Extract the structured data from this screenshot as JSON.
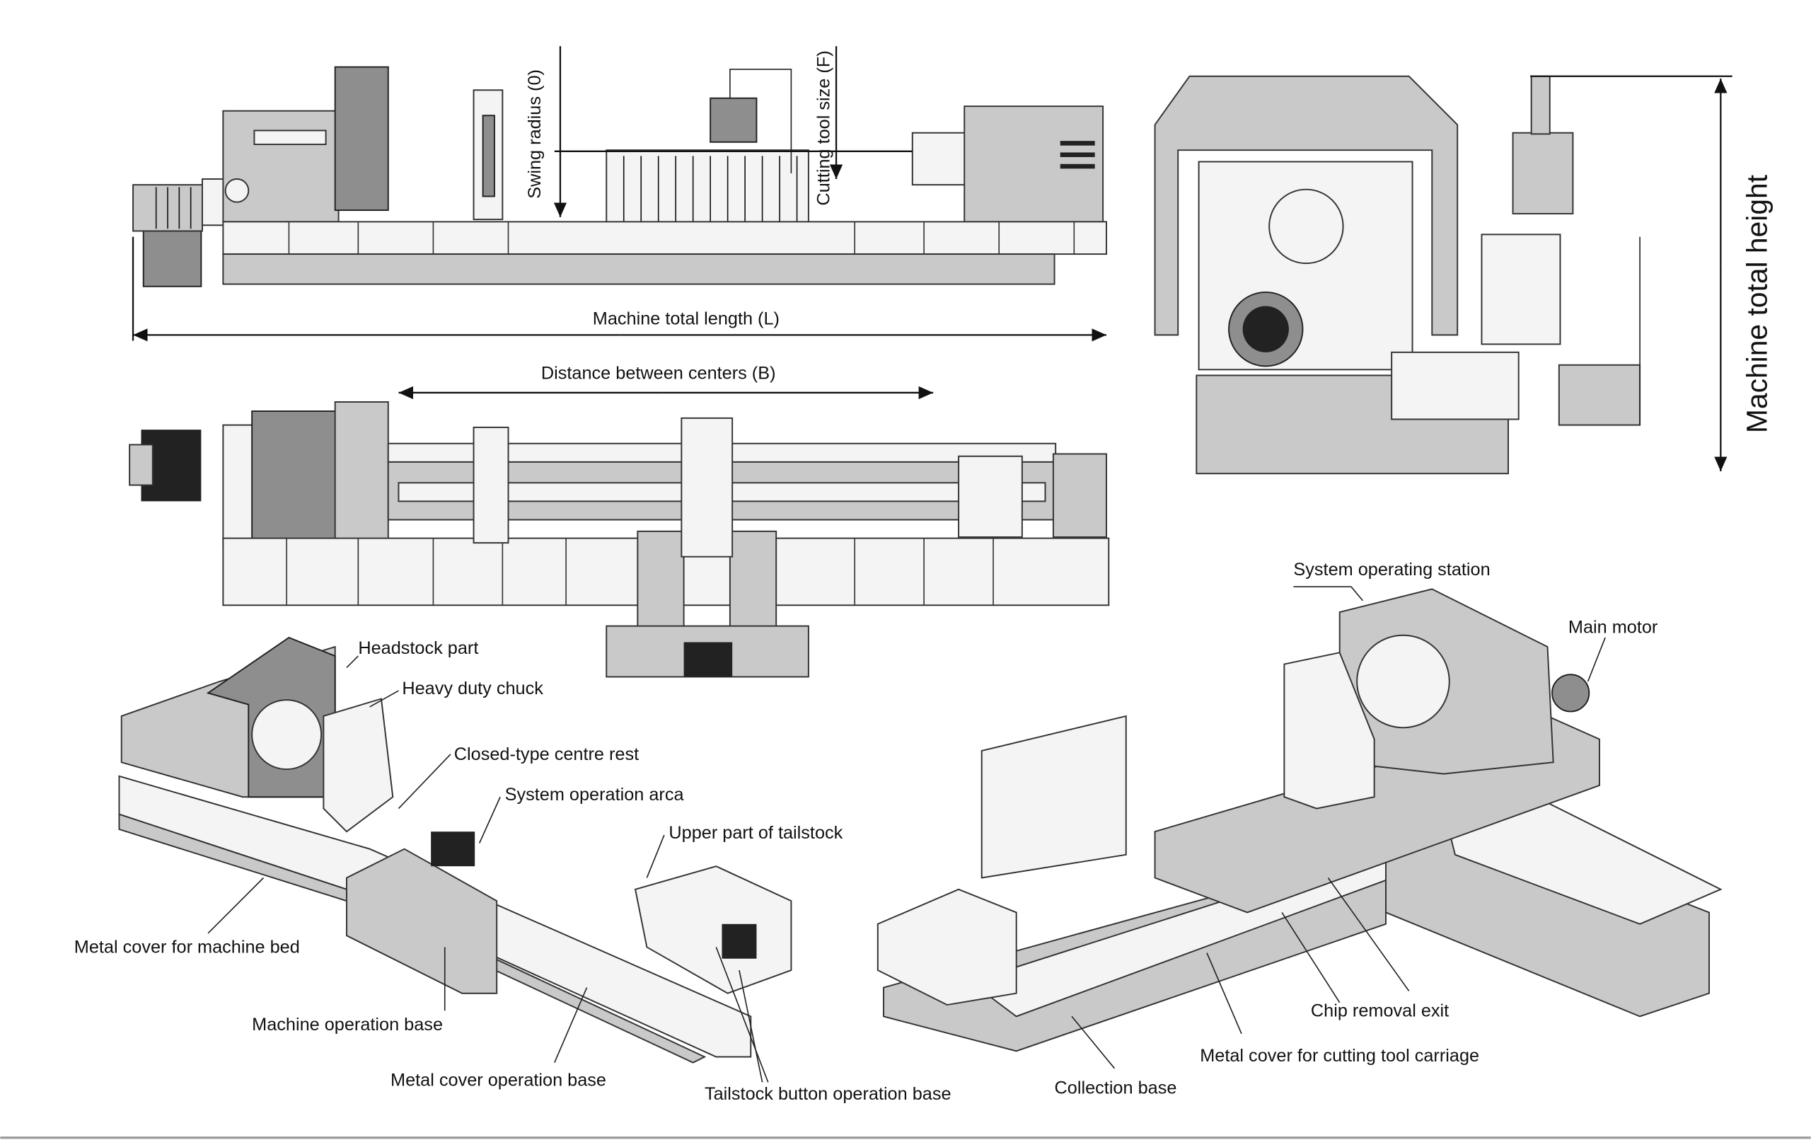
{
  "dimensions": {
    "swing_radius": "Swing radius (0)",
    "cutting_tool_size": "Cutting tool size (F)",
    "total_length": "Machine total length (L)",
    "distance_between_centers": "Distance between centers (B)",
    "total_height": "Machine total height"
  },
  "left_isometric_labels": {
    "headstock": "Headstock part",
    "chuck": "Heavy duty chuck",
    "centre_rest": "Closed-type centre rest",
    "system_operation_area": "System operation arca",
    "tailstock_upper": "Upper part of tailstock",
    "bed_cover": "Metal cover for machine bed",
    "machine_operation_base": "Machine operation base",
    "metal_cover_operation_base": "Metal cover operation base",
    "tailstock_button_base": "Tailstock button operation base"
  },
  "right_isometric_labels": {
    "operating_station": "System operating station",
    "main_motor": "Main motor",
    "chip_removal": "Chip removal exit",
    "tool_carriage_cover": "Metal cover for cutting tool carriage",
    "collection_base": "Collection base"
  },
  "colors": {
    "machine_gray": "#c9c9c9",
    "dark_gray": "#8e8e8e",
    "line": "#222222"
  }
}
